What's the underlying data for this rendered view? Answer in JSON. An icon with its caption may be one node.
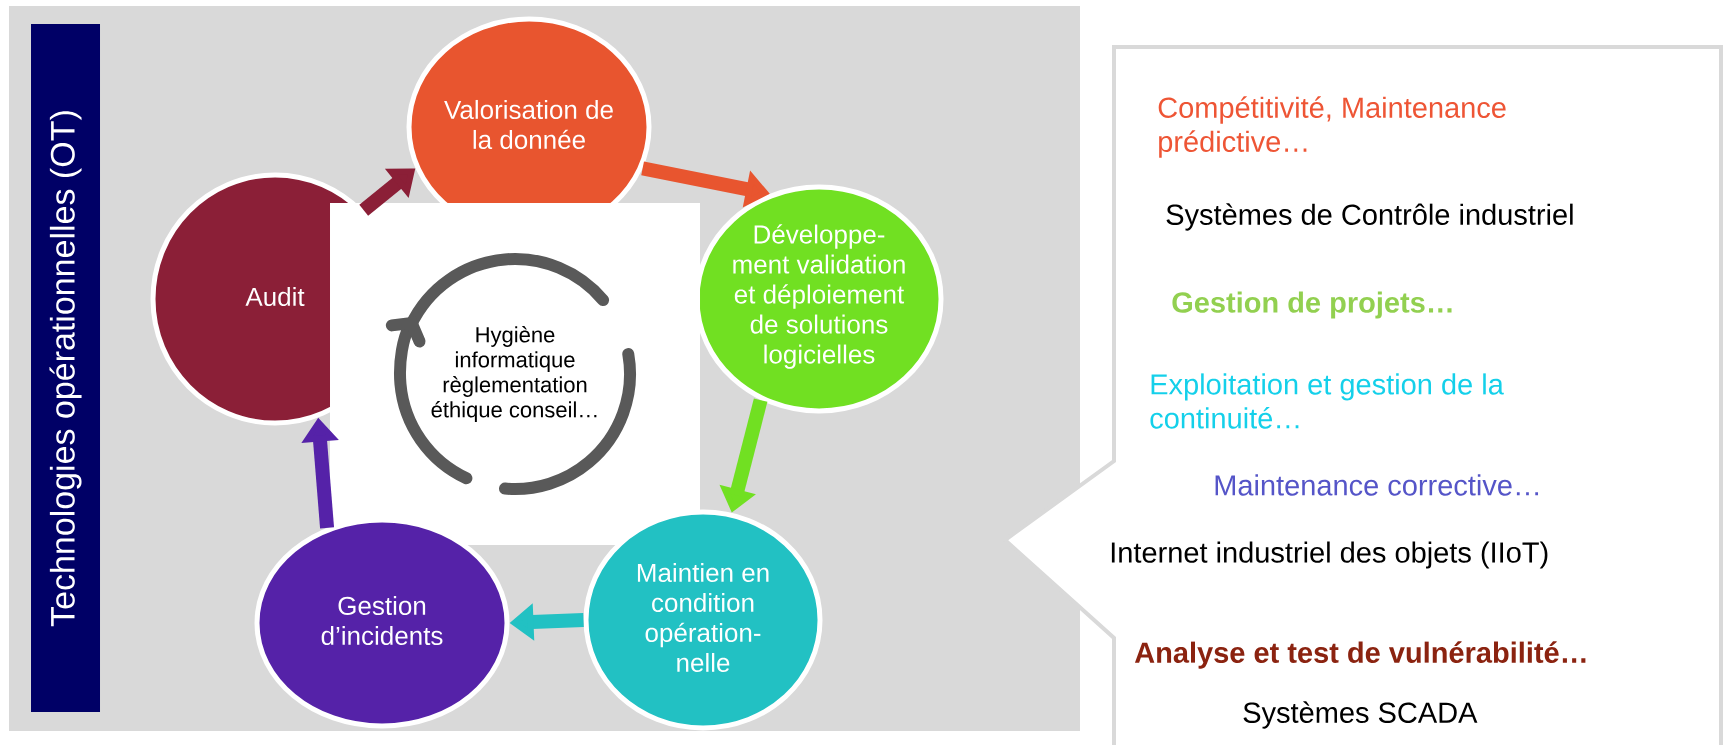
{
  "diagram": {
    "nodes": [
      {
        "text": [
          "Technologies opérationnelles (OT)"
        ]
      },
      {
        "text": [
          "Valorisation de la donnée"
        ]
      },
      {
        "text": [
          "Audit"
        ]
      },
      {
        "text": [
          "Développe- ment validation et déploiement de solutions logicielles"
        ]
      },
      {
        "text": [
          "Hygiène informatique règlementation éthique conseil…"
        ]
      },
      {
        "text": [
          "Maintien en condition opération- nelle"
        ]
      },
      {
        "text": [
          "Gestion d’incidents"
        ]
      },
      {
        "text": [
          "Compétitivité, Maintenance prédictive…",
          "Systèmes de Contrôle industriel",
          "Gestion de projets…",
          "Exploitation et gestion de la continuité…",
          "Maintenance corrective…",
          "Internet industriel des objets (IIoT)",
          "Analyse et test de vulnérabilité…",
          "Systèmes SCADA"
        ]
      }
    ],
    "edges": [
      {
        "from": 2,
        "to": 1,
        "arrow": "to",
        "color": "#8b1f37"
      },
      {
        "from": 1,
        "to": 3,
        "arrow": "to",
        "color": "#e8552f"
      },
      {
        "from": 3,
        "to": 5,
        "arrow": "to",
        "color": "#71e022"
      },
      {
        "from": 5,
        "to": 6,
        "arrow": "to",
        "color": "#22c1c3"
      },
      {
        "from": 6,
        "to": 2,
        "arrow": "to",
        "color": "#5522a8"
      }
    ]
  }
}
